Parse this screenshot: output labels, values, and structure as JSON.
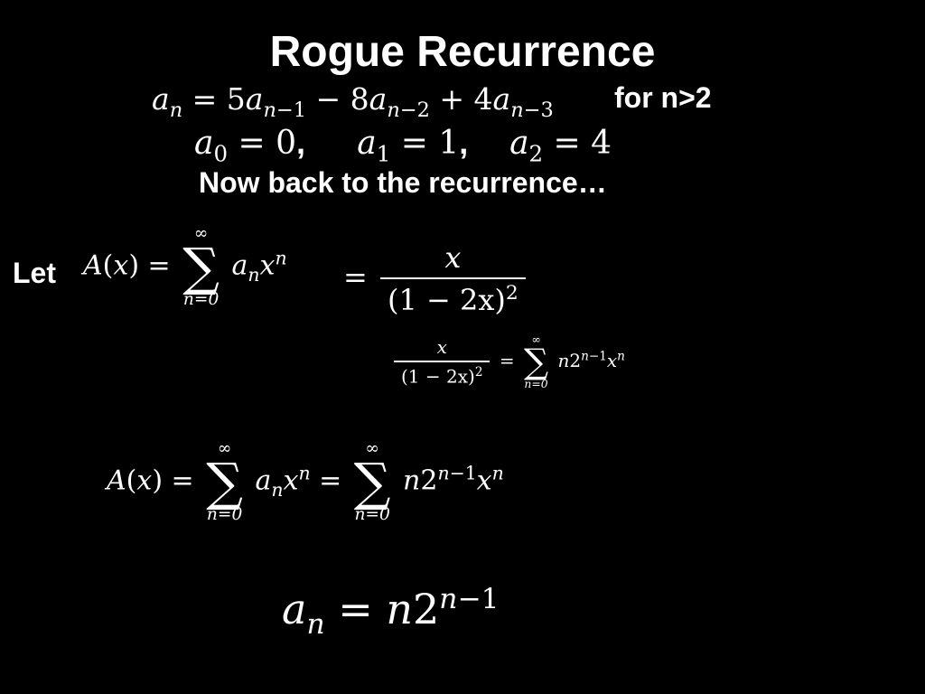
{
  "slide": {
    "title": "Rogue Recurrence",
    "condition": "for n>2",
    "subtitle": "Now back to the recurrence…",
    "let_label": "Let"
  },
  "sum": {
    "upper": "∞",
    "lower": "n=0"
  },
  "math": {
    "fraction_numerator": "x",
    "fraction_denominator": "(1 − 2x)",
    "denominator_exponent": "2"
  },
  "colors": {
    "background": "#000000",
    "text": "#ffffff"
  }
}
